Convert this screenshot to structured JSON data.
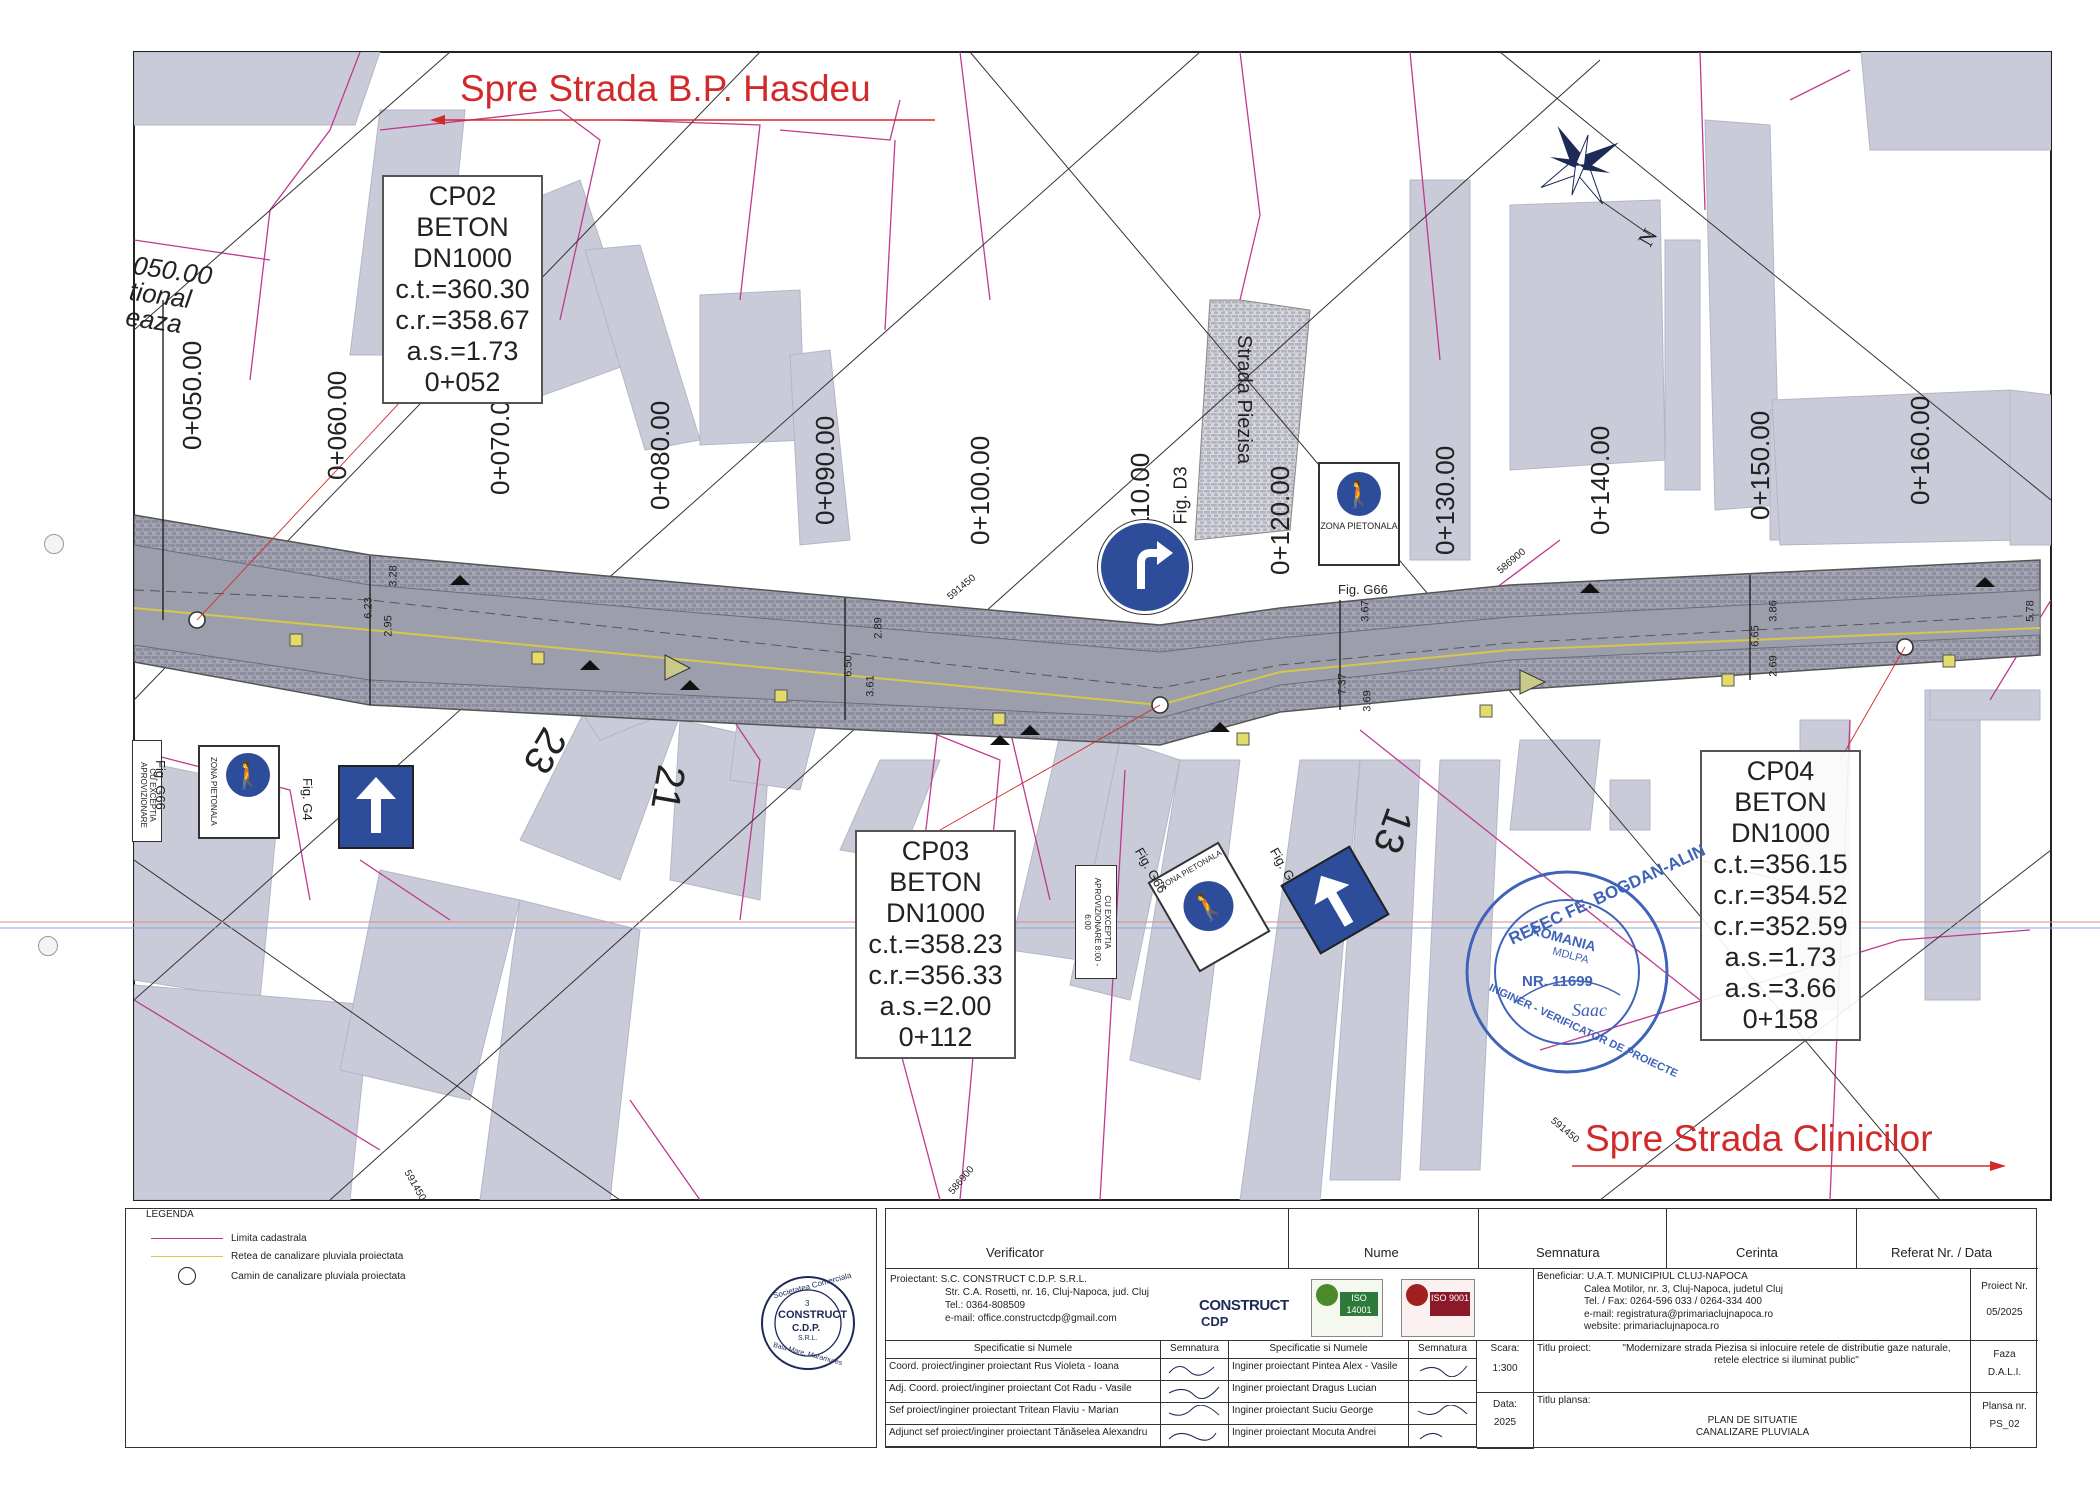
{
  "direction_labels": {
    "north_arrow": "Spre Strada B.P. Hasdeu",
    "south_arrow": "Spre Strada Clinicilor"
  },
  "street_name": "Strada Piezisa",
  "chainage_markers": [
    "0+050.00",
    "0+060.00",
    "0+070.00",
    "0+080.00",
    "0+090.00",
    "0+100.00",
    "0+110.00",
    "0+120.00",
    "0+130.00",
    "0+140.00",
    "0+150.00",
    "0+160.00"
  ],
  "edge_fragment": {
    "line1": "050.00",
    "line2": "tional",
    "line3": "eaza"
  },
  "plot_numbers": [
    "23",
    "21",
    "13"
  ],
  "manholes": [
    {
      "id": "CP02",
      "material": "BETON",
      "diameter": "DN1000",
      "ct": "c.t.=360.30",
      "cr": "c.r.=358.67",
      "as1": "a.s.=1.73",
      "as2": "",
      "chainage": "0+052"
    },
    {
      "id": "CP03",
      "material": "BETON",
      "diameter": "DN1000",
      "ct": "c.t.=358.23",
      "cr": "c.r.=356.33",
      "as1": "a.s.=2.00",
      "as2": "",
      "chainage": "0+112"
    },
    {
      "id": "CP04",
      "material": "BETON",
      "diameter": "DN1000",
      "ct": "c.t.=356.15",
      "cr": "c.r.=354.52",
      "cr2": "c.r.=352.59",
      "as1": "a.s.=1.73",
      "as2": "a.s.=3.66",
      "chainage": "0+158"
    }
  ],
  "signs": {
    "fig_d3": "Fig. D3",
    "fig_g66": "Fig. G66",
    "fig_g4": "Fig. G4",
    "zona_pietonala": "ZONA PIETONALA",
    "cu_exceptia": "CU EXCEPTIA APROVIZIONARE",
    "cu_exceptia_time": "CU EXCEPTIA APROVIZIONARE 8:00 - 6:00"
  },
  "dimension_labels": [
    "3.28",
    "6.23",
    "2.95",
    "2.89",
    "6.50",
    "3.61",
    "3.67",
    "7.37",
    "3.69",
    "3.86",
    "6.65",
    "2.69",
    "5.78"
  ],
  "survey_labels": [
    "591450",
    "586900",
    "586900",
    "591450",
    "591450"
  ],
  "stamp": {
    "top": "REFEC FE. BOGDAN-ALIN",
    "country": "ROMANIA",
    "org": "MDLPA",
    "number": "NR. 11699",
    "bottom": "INGINER - VERIFICATOR DE PROIECTE",
    "signature": "Saac"
  },
  "legend": {
    "title": "LEGENDA",
    "items": [
      {
        "label": "Limita cadastrala",
        "color": "#c0398f"
      },
      {
        "label": "Retea de canalizare pluviala proiectata",
        "color": "#d6c64a"
      },
      {
        "label": "Camin de canalizare pluviala proiectata",
        "color": "#222222"
      }
    ]
  },
  "company_seal": {
    "top": "Societatea Comerciala",
    "num": "3",
    "name": "CONSTRUCT",
    "sub": "C.D.P.",
    "srl": "S.R.L.",
    "city": "Baia Mare, Maramures"
  },
  "title_block": {
    "verificator_header": [
      "Verificator",
      "Nume",
      "Semnatura",
      "Cerinta",
      "Referat Nr. / Data"
    ],
    "proiectant": "Proiectant: S.C. CONSTRUCT C.D.P. S.R.L.",
    "proiectant_addr": "Str. C.A. Rosetti, nr. 16, Cluj-Napoca, jud. Cluj",
    "proiectant_tel": "Tel.: 0364-808509",
    "proiectant_email": "e-mail: office.constructcdp@gmail.com",
    "logo_text": "CONSTRUCT",
    "logo_sub": "CDP",
    "iso1": "ISO 14001",
    "iso2": "ISO 9001",
    "beneficiar": "Beneficiar: U.A.T. MUNICIPIUL CLUJ-NAPOCA",
    "beneficiar_addr": "Calea Motilor, nr. 3, Cluj-Napoca, judetul Cluj",
    "beneficiar_tel": "Tel. / Fax: 0264-596 033 / 0264-334 400",
    "beneficiar_email": "e-mail: registratura@primariaclujnapoca.ro",
    "beneficiar_web": "website: primariaclujnapoca.ro",
    "proiect_nr_label": "Proiect Nr.",
    "proiect_nr": "05/2025",
    "spec_header": [
      "Specificatie si Numele",
      "Semnatura",
      "Specificatie si Numele",
      "Semnatura"
    ],
    "staff_left": [
      "Coord. proiect/inginer proiectant Rus Violeta - Ioana",
      "Adj. Coord. proiect/inginer proiectant Cot Radu - Vasile",
      "Sef proiect/inginer proiectant Tritean Flaviu - Marian",
      "Adjunct sef proiect/inginer proiectant Tănăselea Alexandru"
    ],
    "staff_right": [
      "Inginer proiectant Pintea Alex - Vasile",
      "Inginer proiectant Dragus Lucian",
      "Inginer proiectant Suciu George",
      "Inginer proiectant Mocuta Andrei"
    ],
    "scara_label": "Scara:",
    "scara": "1:300",
    "data_label": "Data:",
    "data": "2025",
    "titlu_proiect_label": "Titlu proiect:",
    "titlu_proiect": "\"Modernizare strada Piezisa si inlocuire retele de distributie gaze naturale, retele electrice si iluminat public\"",
    "faza_label": "Faza",
    "faza": "D.A.L.I.",
    "titlu_plansa_label": "Titlu plansa:",
    "titlu_plansa_1": "PLAN DE SITUATIE",
    "titlu_plansa_2": "CANALIZARE PLUVIALA",
    "plansa_label": "Plansa nr.",
    "plansa": "PS_02"
  },
  "colors": {
    "building": "#c9cbd8",
    "road": "#9d9eac",
    "cadastral": "#c0398f",
    "pipe": "#d6c64a",
    "sign_blue": "#2d4d9a",
    "direction_red": "#d22a2a",
    "stamp_blue": "#3e63b8"
  }
}
